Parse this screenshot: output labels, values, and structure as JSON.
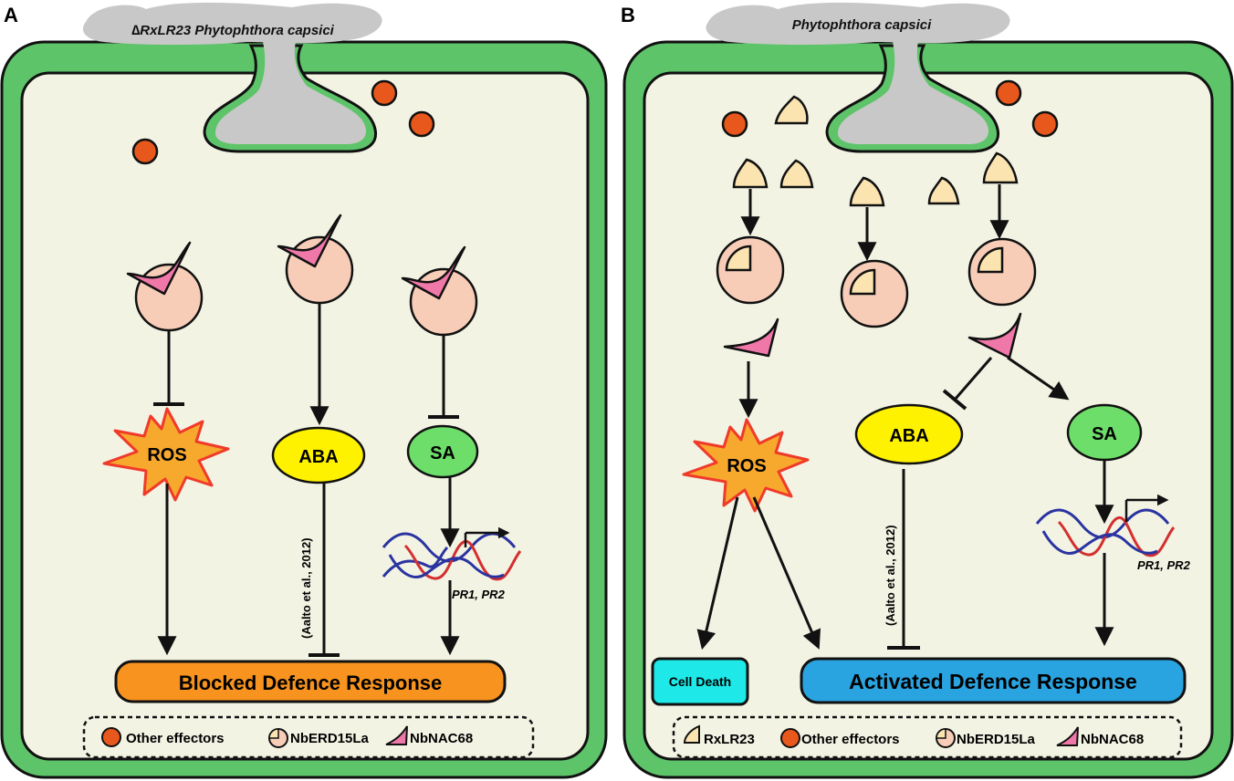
{
  "panelA": {
    "letter": "A",
    "pathogen": "∆RxLR23 Phytophthora capsici",
    "nodes": {
      "ros": "ROS",
      "aba": "ABA",
      "sa": "SA"
    },
    "citation": "(Aalto et al., 2012)",
    "genes": "PR1, PR2",
    "response": "Blocked Defence Response",
    "legend": {
      "other_effectors": "Other effectors",
      "erd": "NbERD15La",
      "nac": "NbNAC68"
    }
  },
  "panelB": {
    "letter": "B",
    "pathogen": "Phytophthora capsici",
    "nodes": {
      "ros": "ROS",
      "aba": "ABA",
      "sa": "SA"
    },
    "citation": "(Aalto et al., 2012)",
    "genes": "PR1, PR2",
    "cell_death": "Cell Death",
    "response": "Activated Defence Response",
    "legend": {
      "rxlr": "RxLR23",
      "other_effectors": "Other effectors",
      "erd": "NbERD15La",
      "nac": "NbNAC68"
    }
  },
  "colors": {
    "cell_wall": "#5ec46a",
    "cytoplasm": "#f3f3e4",
    "pathogen": "#c8c8c8",
    "effector": "#e8581c",
    "erd": "#f8cdb8",
    "nac": "#f078a8",
    "rxlr": "#fbe4b0",
    "ros": "#f7a92e",
    "ros_border": "#f03a2a",
    "aba": "#fff200",
    "sa": "#6ede6a",
    "blocked": "#f7931e",
    "activated": "#29a4e0",
    "cell_death": "#1ee8e8"
  }
}
